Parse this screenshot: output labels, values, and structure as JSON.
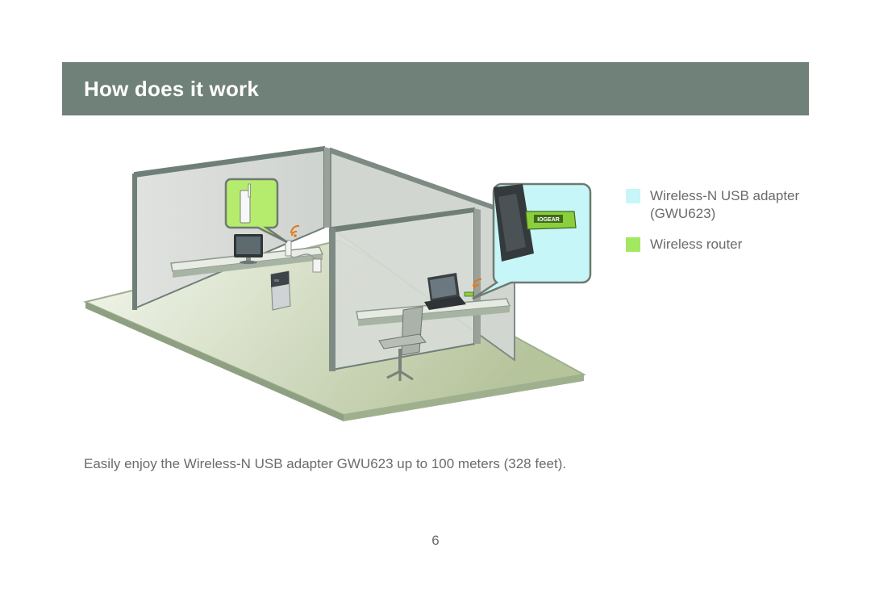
{
  "header": {
    "title": "How does it work",
    "band_color": "#6f8179"
  },
  "legend": [
    {
      "label": "Wireless-N USB adapter (GWU623)",
      "color": "#c6f6f8"
    },
    {
      "label": "Wireless router",
      "color": "#a3e860"
    }
  ],
  "caption": "Easily enjoy the Wireless-N USB adapter GWU623 up to 100 meters (328 feet).",
  "page_number": "6",
  "illustration": {
    "icons": [
      "wireless-router-icon",
      "monitor-icon",
      "desktop-tower-icon",
      "laptop-icon",
      "usb-adapter-icon",
      "office-chair-icon",
      "wifi-signal-icon"
    ],
    "logo_text": "IOGEAR"
  }
}
